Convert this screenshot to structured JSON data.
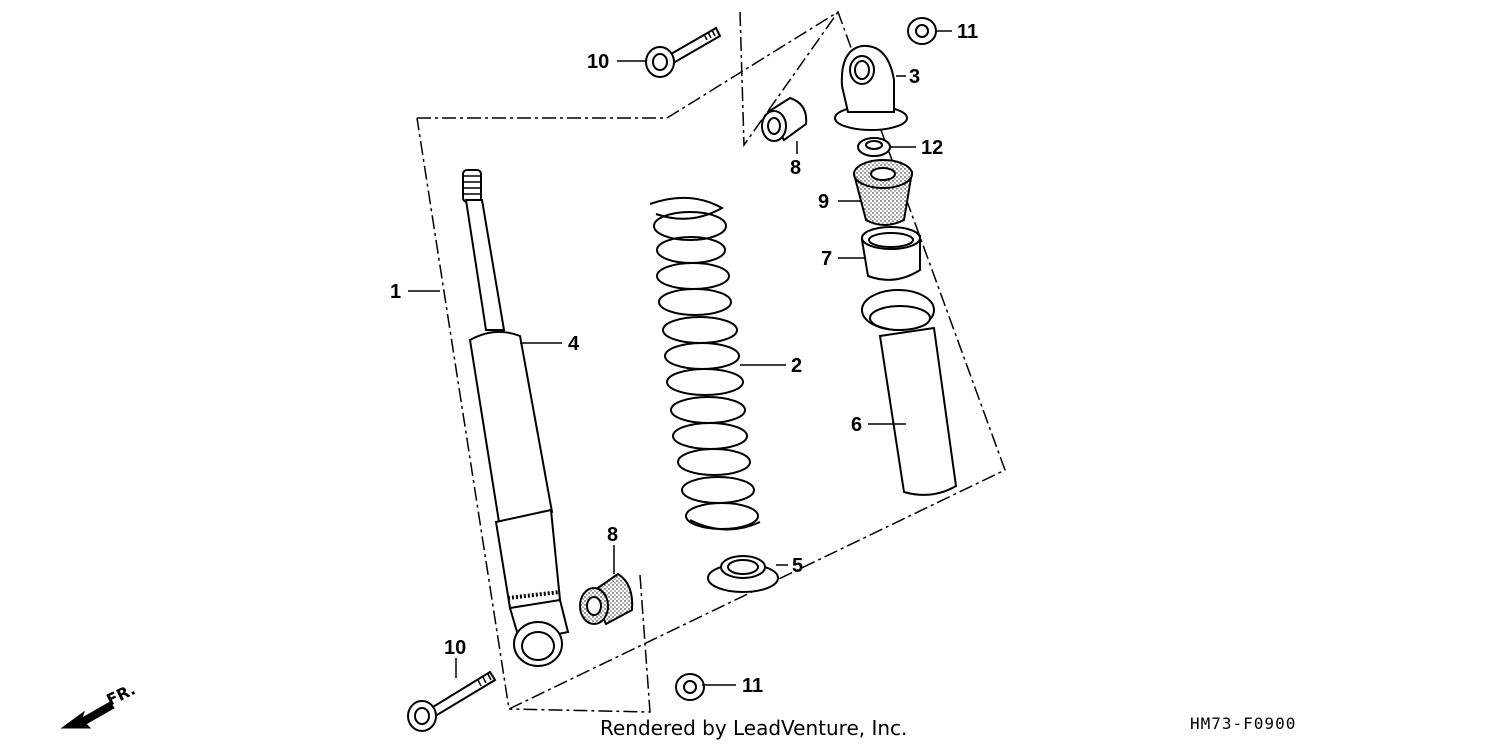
{
  "diagram": {
    "callouts": {
      "c1": "1",
      "c2": "2",
      "c3": "3",
      "c4": "4",
      "c5": "5",
      "c6": "6",
      "c7": "7",
      "c8a": "8",
      "c8b": "8",
      "c9": "9",
      "c10a": "10",
      "c10b": "10",
      "c11a": "11",
      "c11b": "11",
      "c12": "12"
    },
    "direction_label": "FR.",
    "footer_credit": "Rendered by LeadVenture, Inc.",
    "diagram_code": "HM73-F0900"
  }
}
